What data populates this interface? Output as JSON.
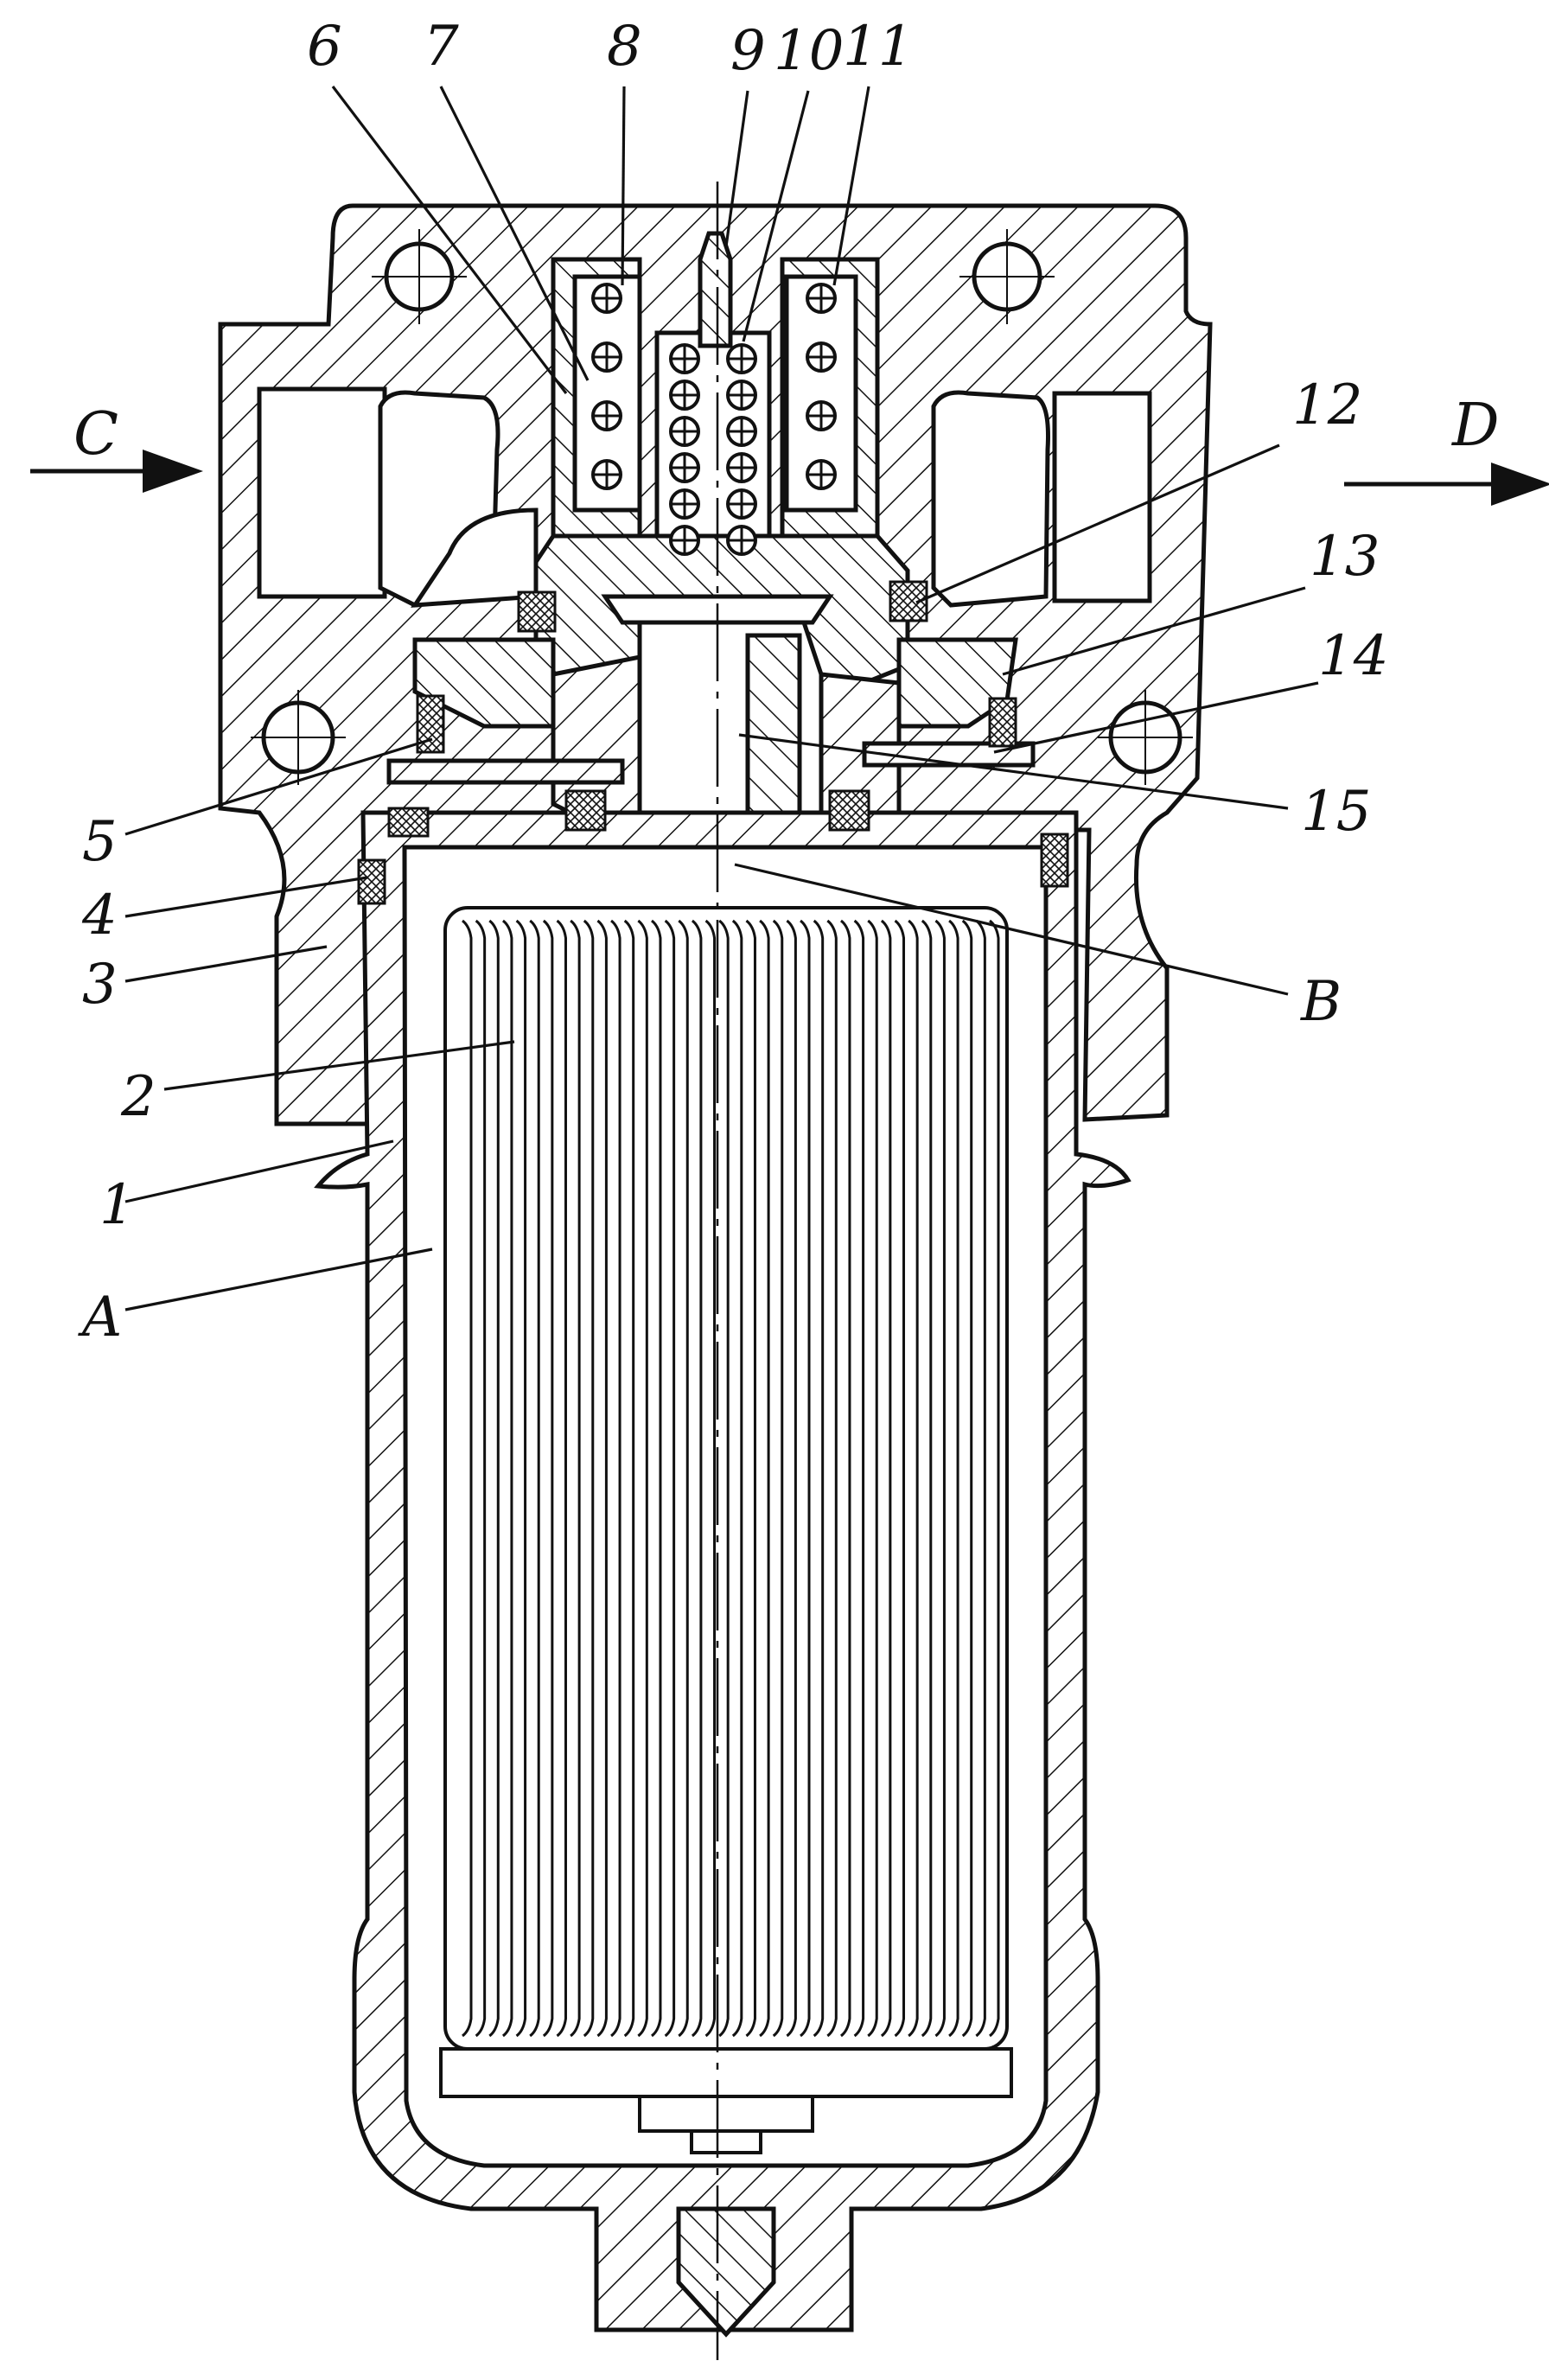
{
  "labels": {
    "top": [
      "6",
      "7",
      "8",
      "9",
      "10",
      "11"
    ],
    "right": [
      "12",
      "13",
      "14",
      "15",
      "B"
    ],
    "left": [
      "5",
      "4",
      "3",
      "2",
      "1",
      "A"
    ],
    "flow_in": "C",
    "flow_out": "D"
  },
  "colors": {
    "ink": "#111111",
    "paper": "#ffffff"
  },
  "counts": {
    "filter_pleats": 40,
    "valve_balls_per_column": 4
  }
}
